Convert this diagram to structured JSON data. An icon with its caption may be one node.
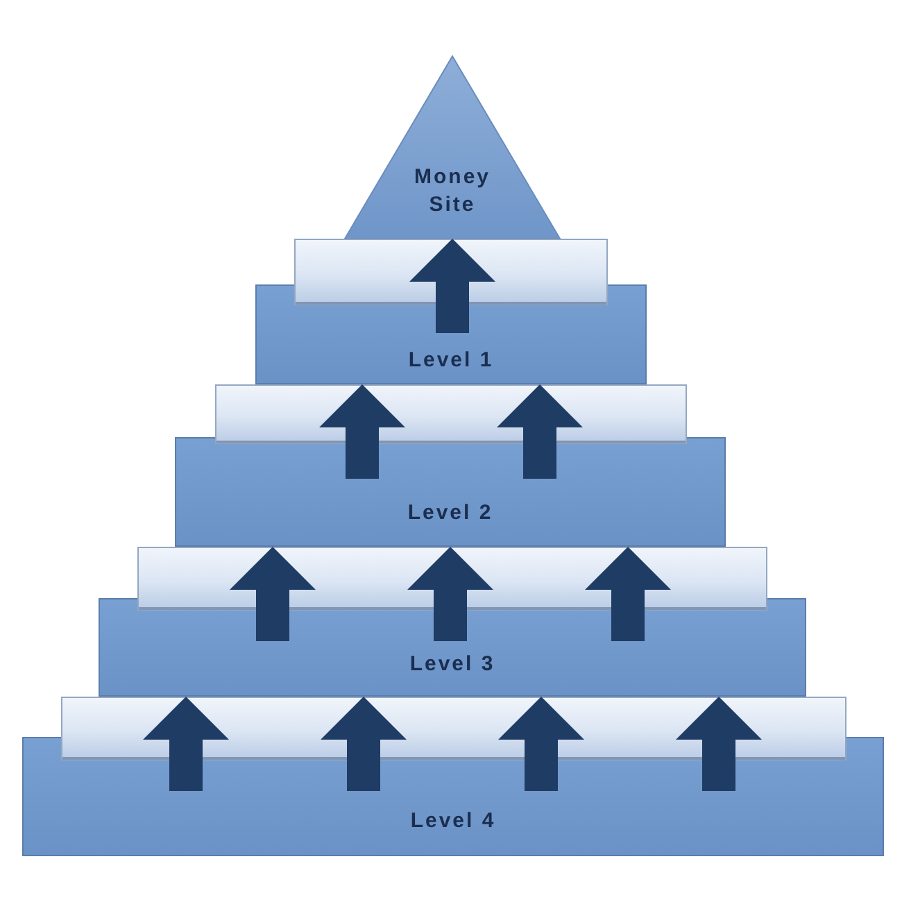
{
  "diagram": {
    "nodes": [
      {
        "text": [
          "Money Site"
        ]
      },
      {
        "text": [
          "Level 1"
        ]
      },
      {
        "text": [
          "Level 2"
        ]
      },
      {
        "text": [
          "Level 3"
        ]
      },
      {
        "text": [
          "Level 4"
        ]
      }
    ],
    "edges": [
      {
        "from": 1,
        "to": 0,
        "arrow": "to"
      },
      {
        "from": 2,
        "to": 1,
        "arrow": "to"
      },
      {
        "from": 2,
        "to": 1,
        "arrow": "to"
      },
      {
        "from": 3,
        "to": 2,
        "arrow": "to"
      },
      {
        "from": 3,
        "to": 2,
        "arrow": "to"
      },
      {
        "from": 3,
        "to": 2,
        "arrow": "to"
      },
      {
        "from": 4,
        "to": 3,
        "arrow": "to"
      },
      {
        "from": 4,
        "to": 3,
        "arrow": "to"
      },
      {
        "from": 4,
        "to": 3,
        "arrow": "to"
      },
      {
        "from": 4,
        "to": 3,
        "arrow": "to"
      }
    ]
  }
}
